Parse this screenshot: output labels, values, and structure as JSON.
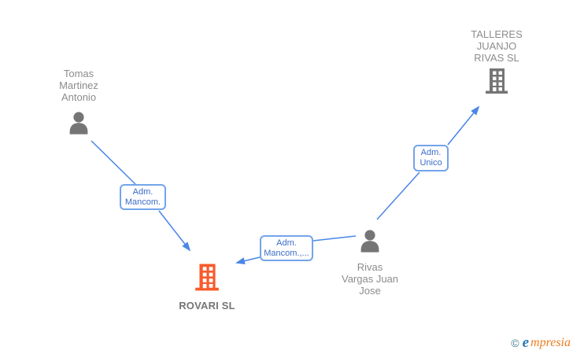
{
  "nodes": {
    "tomas": {
      "type": "person",
      "line1": "Tomas",
      "line2": "Martinez",
      "line3": "Antonio"
    },
    "talleres": {
      "type": "company",
      "line1": "TALLERES",
      "line2": "JUANJO",
      "line3": "RIVAS SL"
    },
    "rovari": {
      "type": "company",
      "label": "ROVARI SL"
    },
    "rivas": {
      "type": "person",
      "line1": "Rivas",
      "line2": "Vargas Juan",
      "line3": "Jose"
    }
  },
  "edge_labels": {
    "tomas_rovari": {
      "line1": "Adm.",
      "line2": "Mancom."
    },
    "rivas_rovari": {
      "line1": "Adm.",
      "line2": "Mancom.,..."
    },
    "rivas_talleres": {
      "line1": "Adm.",
      "line2": "Unico"
    }
  },
  "edges": [
    {
      "from": "Tomas Martinez Antonio",
      "to": "ROVARI SL",
      "relation": "Adm. Mancom."
    },
    {
      "from": "Rivas Vargas Juan Jose",
      "to": "ROVARI SL",
      "relation": "Adm. Mancom.,..."
    },
    {
      "from": "Rivas Vargas Juan Jose",
      "to": "TALLERES JUANJO RIVAS SL",
      "relation": "Adm. Unico"
    }
  ],
  "colors": {
    "edge_blue": "#4a86e8",
    "label_border": "#74a3ea",
    "label_text": "#3b6cc8",
    "node_text_gray": "#8c8c8c",
    "icon_gray": "#757575",
    "highlight_orange": "#f95a2c",
    "watermark_teal": "#417f8e",
    "watermark_blue": "#2778b5",
    "watermark_orange": "#ee7c20"
  },
  "watermark": {
    "copyright": "©",
    "brand_initial": "e",
    "brand_rest": "mpresia"
  }
}
